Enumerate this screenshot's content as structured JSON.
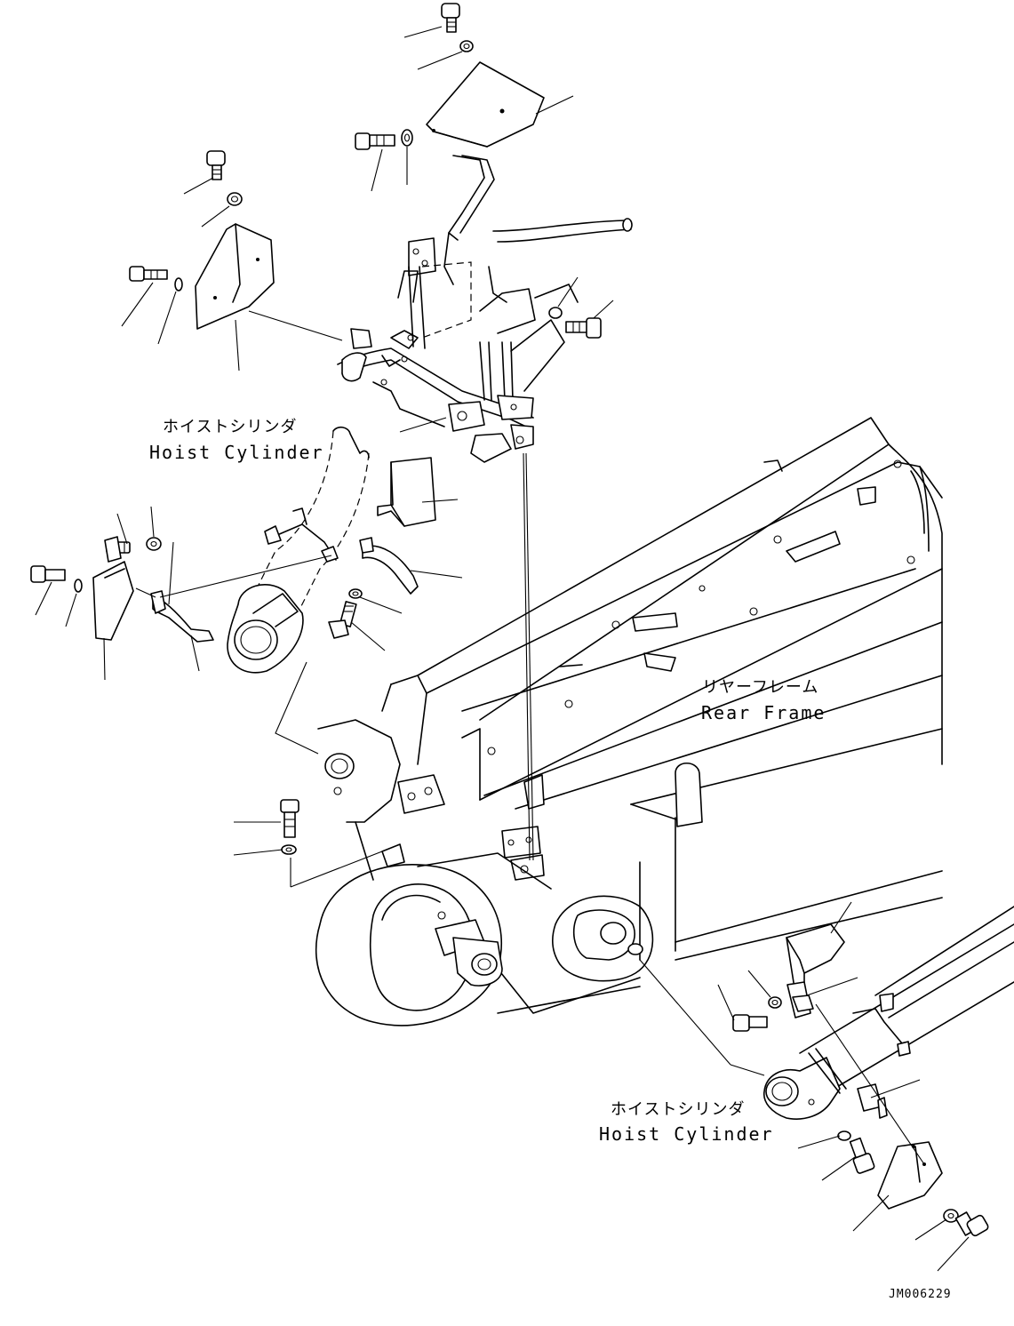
{
  "labels": {
    "hoist_upper_jp": "ホイストシリンダ",
    "hoist_upper_en": "Hoist Cylinder",
    "rear_frame_jp": "リヤーフレーム",
    "rear_frame_en": "Rear Frame",
    "hoist_lower_jp": "ホイストシリンダ",
    "hoist_lower_en": "Hoist Cylinder"
  },
  "drawing_code": "JM006229"
}
